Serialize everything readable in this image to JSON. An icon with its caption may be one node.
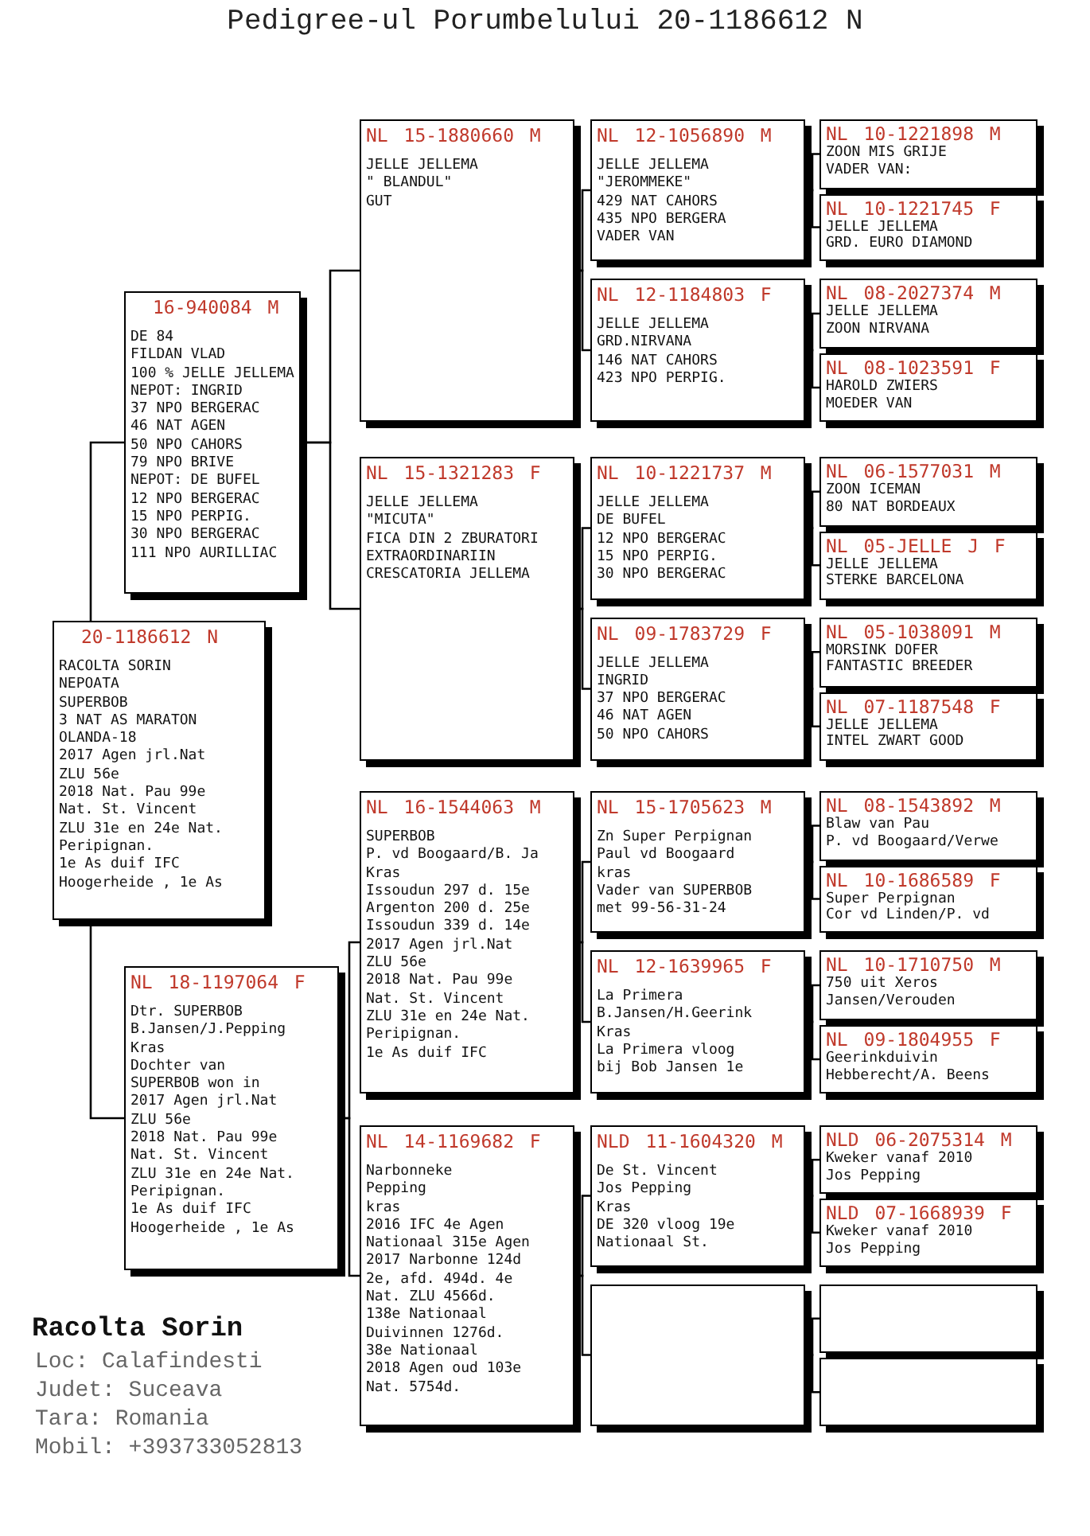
{
  "diagram": {
    "title": "Pedigree-ul Porumbelului 20-1186612 N",
    "nodes": [
      {
        "text": [
          "20-1186612 N",
          "RACOLTA SORIN",
          "NEPOATA",
          "SUPERBOB",
          "3 NAT AS MARATON",
          "OLANDA-18",
          "2017 Agen jrl.Nat",
          "ZLU 56e",
          "2018 Nat. Pau 99e",
          "Nat. St. Vincent",
          "ZLU 31e en 24e Nat.",
          "Peripignan.",
          "1e As duif IFC",
          "Hoogerheide , 1e As"
        ]
      },
      {
        "text": [
          "16-940084 M",
          "DE 84",
          "FILDAN VLAD",
          "100 % JELLE JELLEMA",
          "NEPOT: INGRID",
          "37 NPO BERGERAC",
          "46 NAT AGEN",
          "50 NPO CAHORS",
          "79 NPO BRIVE",
          "NEPOT: DE BUFEL",
          "12 NPO BERGERAC",
          "15 NPO PERPIG.",
          "30 NPO BERGERAC",
          "111 NPO AURILLIAC"
        ]
      },
      {
        "text": [
          "NL 18-1197064 F",
          "Dtr. SUPERBOB",
          "B.Jansen/J.Pepping",
          "Kras",
          "Dochter van",
          "SUPERBOB won in",
          "2017 Agen jrl.Nat",
          "ZLU 56e",
          "2018 Nat. Pau 99e",
          "Nat. St. Vincent",
          "ZLU 31e en 24e Nat.",
          "Peripignan.",
          "1e As duif IFC",
          "Hoogerheide , 1e As"
        ]
      },
      {
        "text": [
          "NL 15-1880660 M",
          "JELLE JELLEMA",
          "\" BLANDUL\"",
          "GUT"
        ]
      },
      {
        "text": [
          "NL 15-1321283 F",
          "JELLE JELLEMA",
          "\"MICUTA\"",
          "FICA DIN 2 ZBURATORI",
          "EXTRAORDINARIIN",
          "CRESCATORIA JELLEMA"
        ]
      },
      {
        "text": [
          "NL 16-1544063 M",
          "SUPERBOB",
          "P. vd Boogaard/B. Ja",
          "Kras",
          "Issoudun 297 d. 15e",
          "Argenton 200 d. 25e",
          "Issoudun 339 d. 14e",
          "2017 Agen jrl.Nat",
          "ZLU 56e",
          "2018 Nat. Pau 99e",
          "Nat. St. Vincent",
          "ZLU 31e en 24e Nat.",
          "Peripignan.",
          "1e As duif IFC"
        ]
      },
      {
        "text": [
          "NL 14-1169682 F",
          "Narbonneke",
          "Pepping",
          "kras",
          "2016 IFC 4e Agen",
          "Nationaal 315e Agen",
          "2017 Narbonne 124d",
          "2e, afd. 494d. 4e",
          "Nat. ZLU 4566d.",
          "138e Nationaal",
          "Duivinnen 1276d.",
          "38e Nationaal",
          "2018 Agen oud 103e",
          "Nat. 5754d."
        ]
      },
      {
        "text": [
          "NL 12-1056890 M",
          "JELLE JELLEMA",
          "\"JEROMMEKE\"",
          "429 NAT CAHORS",
          "435 NPO BERGERA",
          "VADER VAN"
        ]
      },
      {
        "text": [
          "NL 12-1184803 F",
          "JELLE JELLEMA",
          "GRD.NIRVANA",
          "146 NAT CAHORS",
          "423 NPO PERPIG."
        ]
      },
      {
        "text": [
          "NL 10-1221737 M",
          "JELLE JELLEMA",
          "DE BUFEL",
          "12 NPO BERGERAC",
          "15 NPO PERPIG.",
          "30 NPO BERGERAC"
        ]
      },
      {
        "text": [
          "NL 09-1783729 F",
          "JELLE JELLEMA",
          "INGRID",
          "37 NPO BERGERAC",
          "46 NAT AGEN",
          "50 NPO CAHORS"
        ]
      },
      {
        "text": [
          "NL 15-1705623 M",
          "Zn Super Perpignan",
          "Paul vd Boogaard",
          "kras",
          "Vader van SUPERBOB",
          "met 99-56-31-24"
        ]
      },
      {
        "text": [
          "NL 12-1639965 F",
          "La Primera",
          "B.Jansen/H.Geerink",
          "Kras",
          "La Primera vloog",
          "bij Bob Jansen 1e"
        ]
      },
      {
        "text": [
          "NLD 11-1604320 M",
          "De St. Vincent",
          "Jos Pepping",
          "Kras",
          "DE 320 vloog 19e",
          "Nationaal St."
        ]
      },
      {
        "text": [],
        "shape": "box"
      },
      {
        "text": [
          "NL 10-1221898 M",
          "ZOON MIS GRIJE",
          "VADER VAN:"
        ]
      },
      {
        "text": [
          "NL 10-1221745 F",
          "JELLE JELLEMA",
          "GRD. EURO DIAMOND"
        ]
      },
      {
        "text": [
          "NL 08-2027374 M",
          "JELLE JELLEMA",
          "ZOON NIRVANA"
        ]
      },
      {
        "text": [
          "NL 08-1023591 F",
          "HAROLD ZWIERS",
          "MOEDER VAN"
        ]
      },
      {
        "text": [
          "NL 06-1577031 M",
          "ZOON ICEMAN",
          "80 NAT BORDEAUX"
        ]
      },
      {
        "text": [
          "NL 05-JELLE J F",
          "JELLE JELLEMA",
          "STERKE BARCELONA"
        ]
      },
      {
        "text": [
          "NL 05-1038091 M",
          "MORSINK DOFER",
          "FANTASTIC BREEDER"
        ]
      },
      {
        "text": [
          "NL 07-1187548 F",
          "JELLE JELLEMA",
          "INTEL ZWART GOOD"
        ]
      },
      {
        "text": [
          "NL 08-1543892 M",
          "Blaw van Pau",
          "P. vd Boogaard/Verwe"
        ]
      },
      {
        "text": [
          "NL 10-1686589 F",
          "Super Perpignan",
          "Cor vd Linden/P. vd"
        ]
      },
      {
        "text": [
          "NL 10-1710750 M",
          "750 uit Xeros",
          "Jansen/Verouden"
        ]
      },
      {
        "text": [
          "NL 09-1804955 F",
          "Geerinkduivin",
          "Hebberecht/A. Beens"
        ]
      },
      {
        "text": [
          "NLD 06-2075314 M",
          "Kweker vanaf 2010",
          "Jos Pepping"
        ]
      },
      {
        "text": [
          "NLD 07-1668939 F",
          "Kweker vanaf 2010",
          "Jos Pepping"
        ]
      },
      {
        "text": [],
        "shape": "box"
      },
      {
        "text": [],
        "shape": "box"
      }
    ],
    "edges": [
      {
        "from": 0,
        "to": 1,
        "arrow": "none"
      },
      {
        "from": 0,
        "to": 2,
        "arrow": "none"
      },
      {
        "from": 1,
        "to": 3,
        "arrow": "none"
      },
      {
        "from": 1,
        "to": 4,
        "arrow": "none"
      },
      {
        "from": 2,
        "to": 5,
        "arrow": "none"
      },
      {
        "from": 2,
        "to": 6,
        "arrow": "none"
      },
      {
        "from": 3,
        "to": 7,
        "arrow": "none"
      },
      {
        "from": 3,
        "to": 8,
        "arrow": "none"
      },
      {
        "from": 4,
        "to": 9,
        "arrow": "none"
      },
      {
        "from": 4,
        "to": 10,
        "arrow": "none"
      },
      {
        "from": 5,
        "to": 11,
        "arrow": "none"
      },
      {
        "from": 5,
        "to": 12,
        "arrow": "none"
      },
      {
        "from": 6,
        "to": 13,
        "arrow": "none"
      },
      {
        "from": 6,
        "to": 14,
        "arrow": "none"
      },
      {
        "from": 7,
        "to": 15,
        "arrow": "none"
      },
      {
        "from": 7,
        "to": 16,
        "arrow": "none"
      },
      {
        "from": 8,
        "to": 17,
        "arrow": "none"
      },
      {
        "from": 8,
        "to": 18,
        "arrow": "none"
      },
      {
        "from": 9,
        "to": 19,
        "arrow": "none"
      },
      {
        "from": 9,
        "to": 20,
        "arrow": "none"
      },
      {
        "from": 10,
        "to": 21,
        "arrow": "none"
      },
      {
        "from": 10,
        "to": 22,
        "arrow": "none"
      },
      {
        "from": 11,
        "to": 23,
        "arrow": "none"
      },
      {
        "from": 11,
        "to": 24,
        "arrow": "none"
      },
      {
        "from": 12,
        "to": 25,
        "arrow": "none"
      },
      {
        "from": 12,
        "to": 26,
        "arrow": "none"
      },
      {
        "from": 13,
        "to": 27,
        "arrow": "none"
      },
      {
        "from": 13,
        "to": 28,
        "arrow": "none"
      },
      {
        "from": 14,
        "to": 29,
        "arrow": "none"
      },
      {
        "from": 14,
        "to": 30,
        "arrow": "none"
      }
    ],
    "labels": [
      "Racolta Sorin",
      "Loc: Calafindesti",
      "Judet: Suceava",
      "Tara: Romania",
      "Mobil: +393733052813"
    ]
  }
}
